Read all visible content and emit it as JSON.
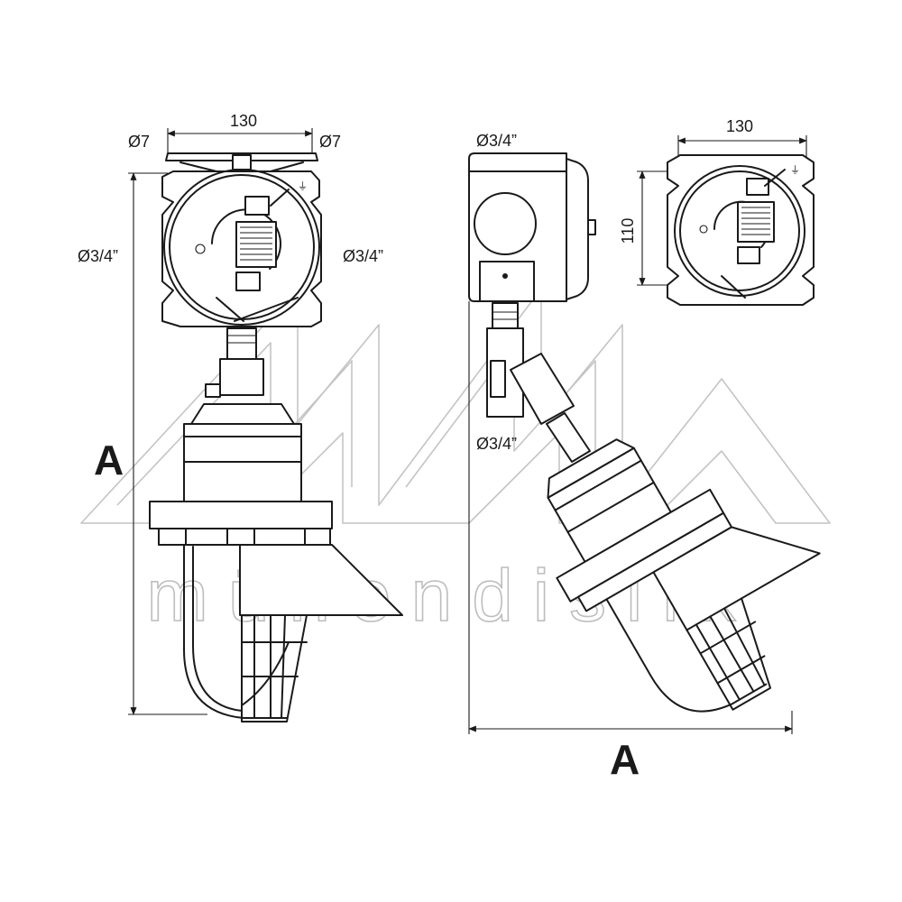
{
  "watermark": {
    "text": "mühendislik",
    "logo": "MMA"
  },
  "front_view": {
    "width_dim": "130",
    "hole_left": "Ø7",
    "hole_right": "Ø7",
    "entry_left": "Ø3/4”",
    "entry_right": "Ø3/4”",
    "height_label": "A"
  },
  "side_view": {
    "entry_top": "Ø3/4”",
    "entry_joint": "Ø3/4”",
    "width_label": "A"
  },
  "box_view": {
    "width_dim": "130",
    "height_dim": "110"
  }
}
